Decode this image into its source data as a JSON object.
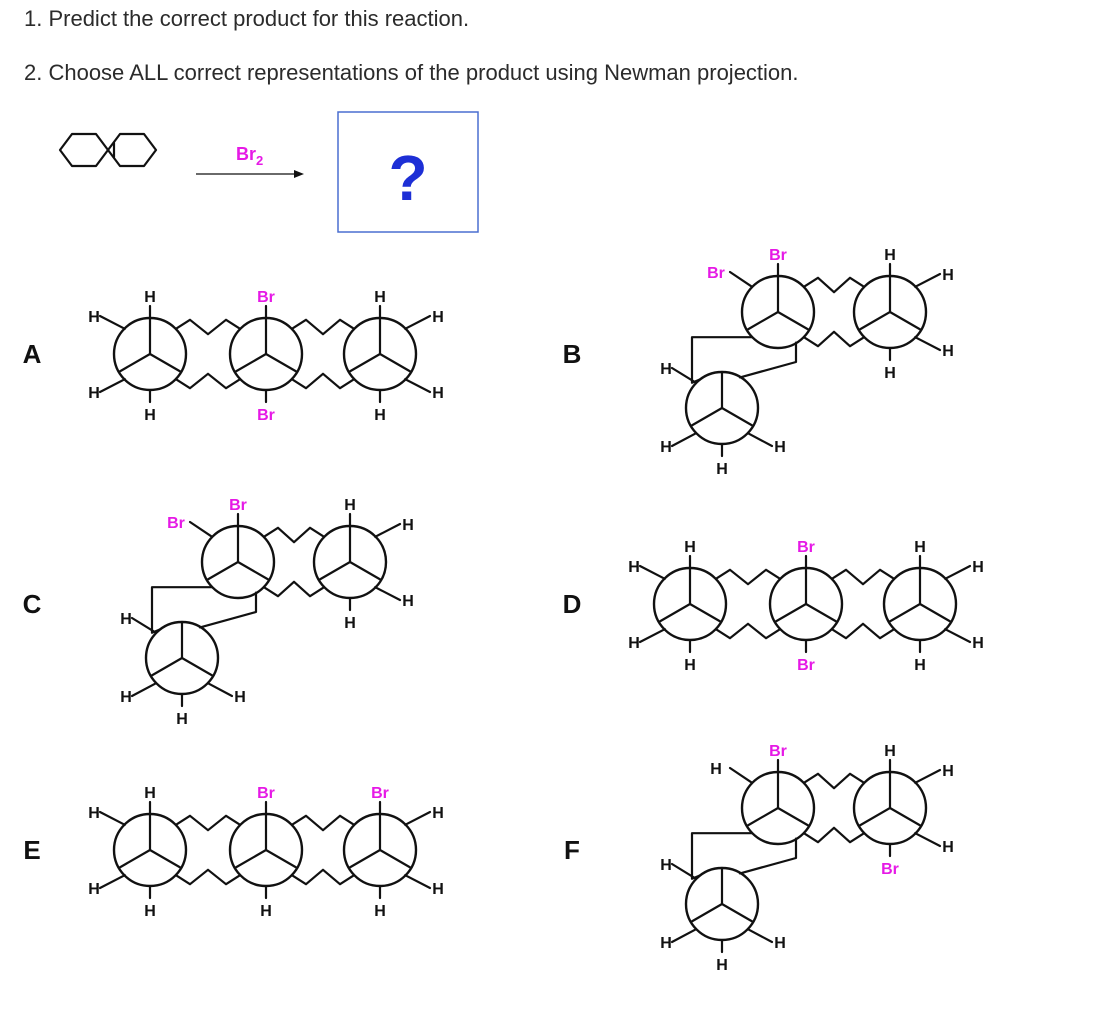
{
  "questions": [
    "1. Predict the correct product for this reaction.",
    "2. Choose ALL correct representations of the product using Newman projection."
  ],
  "reaction": {
    "reagent": "Br",
    "reagent_subscript": "2",
    "product_placeholder": "?",
    "placeholder_color": "#1d2fd6",
    "box_color": "#4a6fd0"
  },
  "colors": {
    "bromine": "#e619e6",
    "hydrogen": "#111111",
    "bond": "#111111"
  },
  "options": [
    {
      "letter": "A",
      "type": "linear",
      "labels": {
        "t1": "H",
        "b1": "H",
        "ul1": "H",
        "ll1": "H",
        "t2": "Br",
        "b2": "Br",
        "t3": "H",
        "b3": "H",
        "ur3": "H",
        "lr3": "H"
      }
    },
    {
      "letter": "B",
      "type": "bent",
      "labels": {
        "t1": "Br",
        "b1": "",
        "ul1": "Br",
        "t2": "H",
        "b2": "H",
        "ur2": "H",
        "lr2": "H",
        "ul3": "H",
        "ll3": "H",
        "lr3": "H",
        "b3": "H"
      }
    },
    {
      "letter": "C",
      "type": "bent",
      "labels": {
        "t1": "Br",
        "b1": "",
        "ul1": "Br",
        "t2": "H",
        "b2": "H",
        "ur2": "H",
        "lr2": "H",
        "ul3": "H",
        "ll3": "H",
        "lr3": "H",
        "b3": "H"
      }
    },
    {
      "letter": "D",
      "type": "linear",
      "labels": {
        "t1": "H",
        "b1": "H",
        "ul1": "H",
        "ll1": "H",
        "t2": "Br",
        "b2": "Br",
        "t3": "H",
        "b3": "H",
        "ur3": "H",
        "lr3": "H"
      }
    },
    {
      "letter": "E",
      "type": "linear",
      "labels": {
        "t1": "H",
        "b1": "H",
        "ul1": "H",
        "ll1": "H",
        "t2": "Br",
        "b2": "H",
        "t3": "Br",
        "b3": "H",
        "ur3": "H",
        "lr3": "H"
      }
    },
    {
      "letter": "F",
      "type": "bent",
      "labels": {
        "t1": "Br",
        "b1": "",
        "ul1": "H",
        "t2": "H",
        "b2": "Br",
        "ur2": "H",
        "lr2": "H",
        "ul3": "H",
        "ll3": "H",
        "lr3": "H",
        "b3": "H"
      }
    }
  ]
}
